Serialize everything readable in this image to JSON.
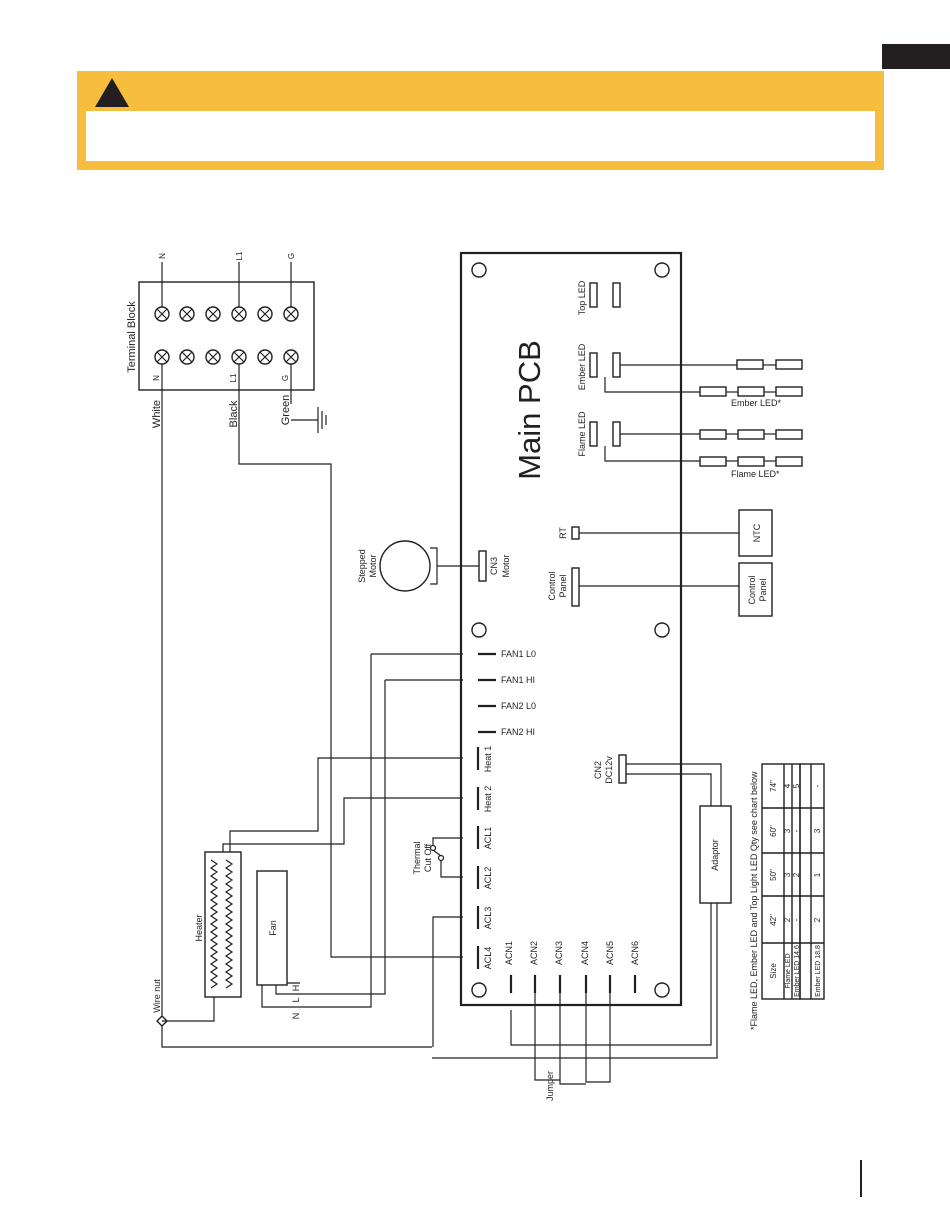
{
  "diagram": {
    "title": "Main PCB",
    "terminal_block": {
      "title": "Terminal Block",
      "top_labels": [
        "N",
        "L1",
        "G"
      ],
      "bottom_labels": [
        "N",
        "L1",
        "G"
      ]
    },
    "wires": {
      "white": "White",
      "black": "Black",
      "green": "Green",
      "wire_nut": "Wire nut",
      "jumper": "Jumper"
    },
    "components": {
      "stepped_motor": [
        "Stepped",
        "Motor"
      ],
      "heater": "Heater",
      "fan": "Fan",
      "fan_pins": [
        "N",
        "L",
        "H"
      ],
      "thermal_cut_off": [
        "Thermal",
        "Cut Off"
      ],
      "adaptor": "Adaptor",
      "ntc": "NTC",
      "control_panel_box": [
        "Control",
        "Panel"
      ]
    },
    "pcb_connectors": {
      "top_led": "Top LED",
      "ember_led": "Ember LED",
      "flame_led": "Flame LED",
      "rt": "RT",
      "cn3": [
        "CN3",
        "Motor"
      ],
      "control_panel": [
        "Control",
        "Panel"
      ],
      "cn2": [
        "CN2",
        "DC12v"
      ],
      "fan_pins": [
        "FAN1 L0",
        "FAN1 HI",
        "FAN2 L0",
        "FAN2 HI"
      ],
      "ac_pins": [
        "Heat 1",
        "Heat 2",
        "ACL1",
        "ACL2",
        "ACL3",
        "ACL4"
      ],
      "acn_pins": [
        "ACN1",
        "ACN2",
        "ACN3",
        "ACN4",
        "ACN5",
        "ACN6"
      ]
    },
    "led_strings": {
      "ember": "Ember LED*",
      "flame": "Flame LED*"
    },
    "qty_table": {
      "caption": "*Flame LED, Ember LED and Top Light LED Qty see chart below",
      "headers": [
        "Size",
        "42\"",
        "50\"",
        "60\"",
        "74\""
      ],
      "rows": [
        [
          "Flame LED",
          "2",
          "3",
          "3",
          "4"
        ],
        [
          "Ember LED 14.6",
          "-",
          "2",
          "-",
          "5"
        ],
        [
          "Ember LED 18.8",
          "2",
          "1",
          "3",
          "-"
        ]
      ]
    }
  }
}
